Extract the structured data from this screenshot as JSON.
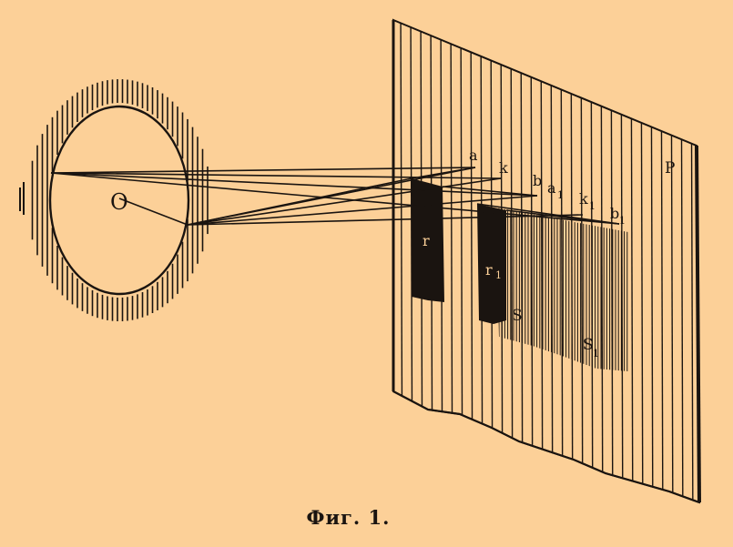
{
  "labels": {
    "center": "O",
    "a": "a",
    "k": "k",
    "b": "b",
    "a1": "a",
    "k1": "k",
    "b1": "b",
    "sub1": "1",
    "screen": "P",
    "s_near": "S",
    "s_far": "S",
    "r": "r",
    "r1": "r",
    "r1_sub": "1",
    "s_far_sub": "1"
  },
  "caption": "Фиг. 1.",
  "colors": {
    "paper": "#fcd098",
    "ink": "#1a1410"
  }
}
